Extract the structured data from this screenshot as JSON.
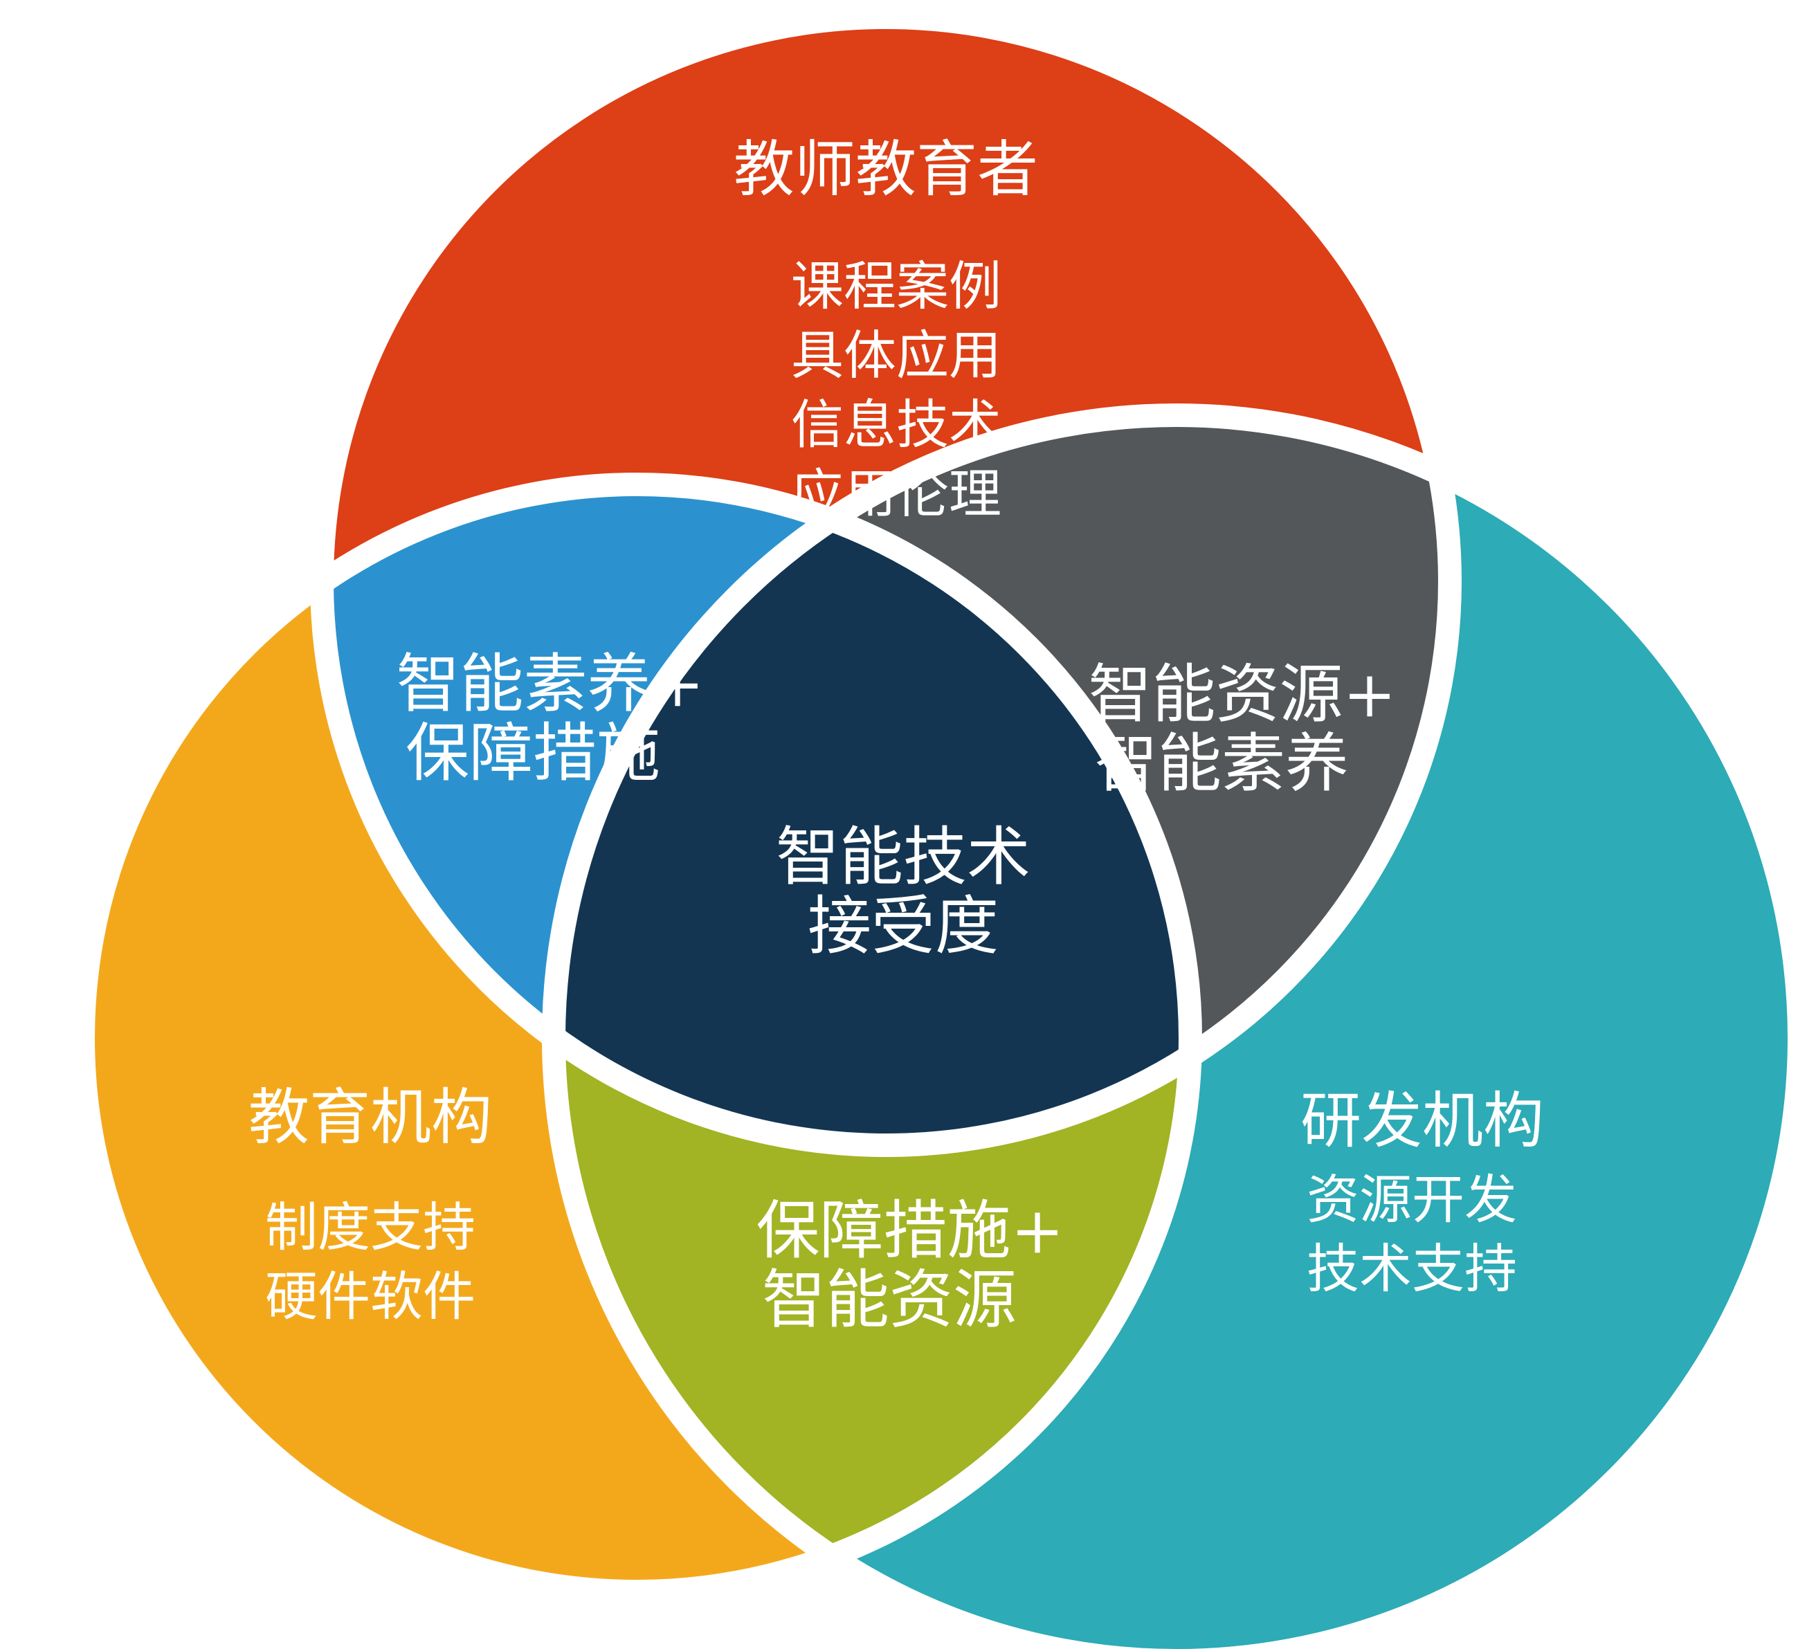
{
  "circles": {
    "top": {
      "title": "教师教育者",
      "items": [
        "课程案例",
        "具体应用",
        "信息技术",
        "应用伦理"
      ],
      "color": "#DD3F16"
    },
    "left": {
      "title": "教育机构",
      "items": [
        "制度支持",
        "硬件软件"
      ],
      "color": "#F3A81C"
    },
    "right": {
      "title": "研发机构",
      "items": [
        "资源开发",
        "技术支持"
      ],
      "color": "#2DABB6"
    }
  },
  "intersections": {
    "top_left": {
      "lines": [
        "智能素养+",
        "保障措施"
      ],
      "color": "#2B92CF"
    },
    "top_right": {
      "lines": [
        "智能资源+",
        "智能素养"
      ],
      "color": "#545759"
    },
    "left_right": {
      "lines": [
        "保障措施+",
        "智能资源"
      ],
      "color": "#A2B324"
    },
    "center": {
      "lines": [
        "智能技术",
        "接受度"
      ],
      "color": "#133552"
    }
  },
  "separator_color": "#ffffff"
}
